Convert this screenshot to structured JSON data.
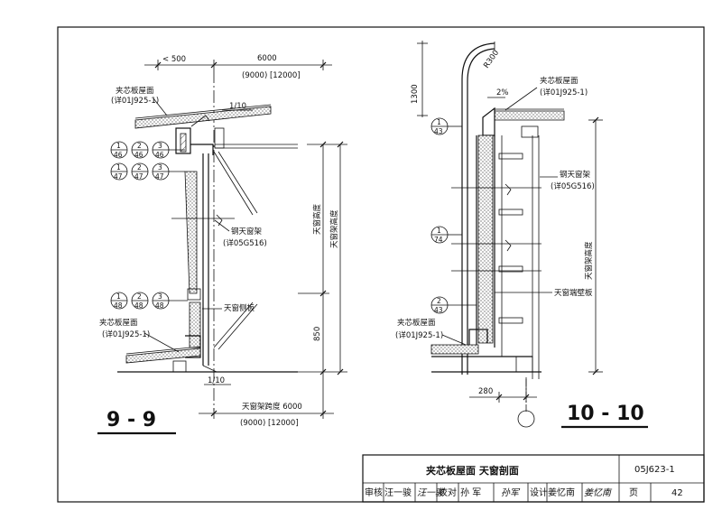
{
  "section_9_9": {
    "title": "9 - 9",
    "dim_top_overhang": "< 500",
    "dim_top_span": "6000",
    "dim_top_alt": "(9000) [12000]",
    "slope_top": "1/10",
    "slope_bottom": "1/10",
    "roof_label_top": "夹芯板屋面",
    "roof_ref_top": "(详01J925-1)",
    "roof_label_bottom": "夹芯板屋面",
    "roof_ref_bottom": "(详01J925-1)",
    "frame_label": "钢天窗架",
    "frame_ref": "(详05G516)",
    "side_panel_label": "天窗侧板",
    "dim_height_window": "天窗高度",
    "dim_height_frame": "天窗架高度",
    "dim_850": "850",
    "span_label": "天窗架跨度 6000",
    "span_alt": "(9000) [12000]",
    "detail_refs": [
      [
        "1/46",
        "2/46",
        "3/46"
      ],
      [
        "1/47",
        "2/47",
        "3/47"
      ],
      [
        "1/48",
        "2/48",
        "3/48"
      ]
    ]
  },
  "section_10_10": {
    "title": "10 - 10",
    "dim_1300": "1300",
    "radius_label": "R300",
    "slope": "2%",
    "roof_label_top": "夹芯板屋面",
    "roof_ref_top": "(详01J925-1)",
    "frame_label": "钢天窗架",
    "frame_ref": "(详05G516)",
    "wall_panel_label": "天窗端壁板",
    "dim_frame_height": "天窗架高度",
    "roof_label_bottom": "夹芯板屋面",
    "roof_ref_bottom": "(详01J925-1)",
    "dim_280": "280",
    "detail_refs": [
      "1/43",
      "1/74",
      "2/43"
    ]
  },
  "title_block": {
    "drawing_title": "夹芯板屋面 天窗剖面",
    "atlas_number": "05J623-1",
    "review_label": "审核",
    "reviewer_name": "汪一骏",
    "reviewer_sign": "汪一骏",
    "check_label": "校对",
    "checker_name": "孙 军",
    "checker_sign": "孙军",
    "design_label": "设计",
    "designer_name": "姜忆南",
    "designer_sign": "姜忆南",
    "page_label": "页",
    "page_number": "42"
  }
}
